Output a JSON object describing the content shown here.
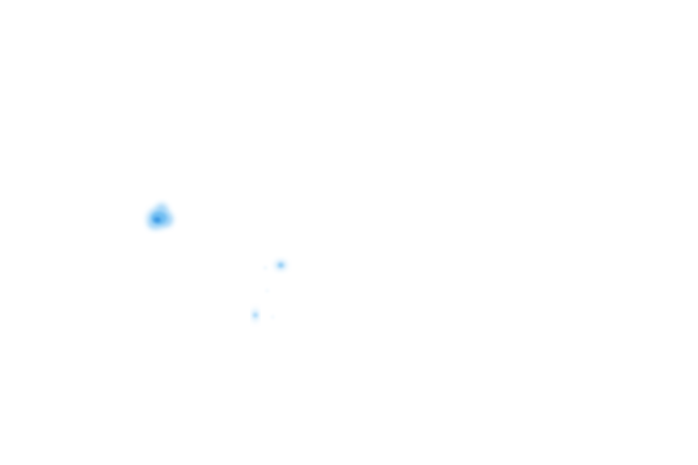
{
  "map": {
    "background_color": "#ffffff",
    "heat_color_light": "#9fd3f7",
    "heat_color_mid": "#6cbcf2",
    "heat_color_core": "#2f8fe0",
    "hotspots": [
      {
        "name": "hotspot-large",
        "intensity": 1.0
      },
      {
        "name": "hotspot-medium",
        "intensity": 0.6
      },
      {
        "name": "hotspot-small",
        "intensity": 0.45
      },
      {
        "name": "hotspot-trace-1",
        "intensity": 0.15
      },
      {
        "name": "hotspot-trace-2",
        "intensity": 0.12
      },
      {
        "name": "hotspot-trace-3",
        "intensity": 0.12
      }
    ]
  }
}
